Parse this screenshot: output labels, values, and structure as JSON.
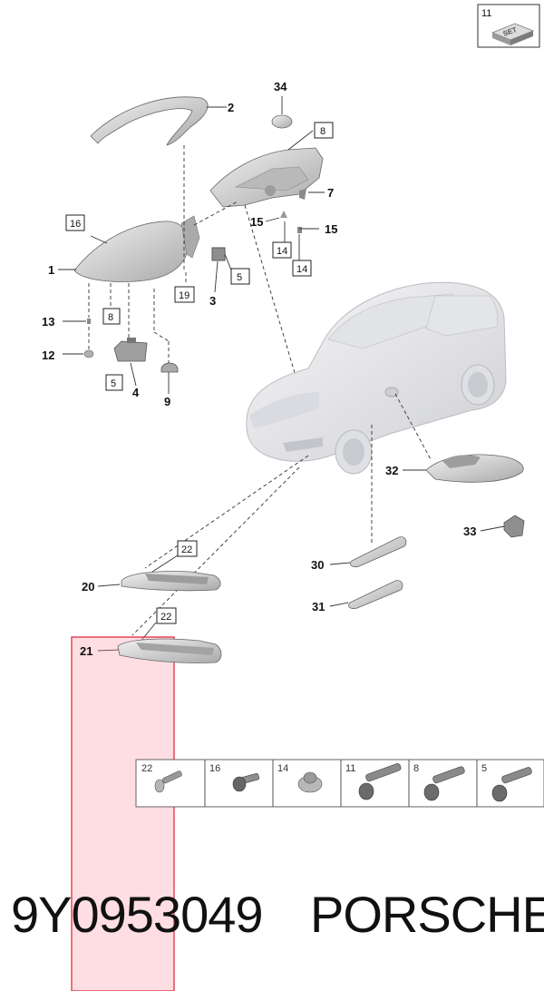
{
  "set_badge": {
    "number": "11",
    "label": "SET"
  },
  "callouts": {
    "c1": "1",
    "c2": "2",
    "c3": "3",
    "c4": "4",
    "c7": "7",
    "c9": "9",
    "c12": "12",
    "c13": "13",
    "c15a": "15",
    "c15b": "15",
    "c20": "20",
    "c21": "21",
    "c30": "30",
    "c31": "31",
    "c32": "32",
    "c33": "33",
    "c34": "34"
  },
  "boxed": {
    "b16": "16",
    "b8a": "8",
    "b8b": "8",
    "b5a": "5",
    "b5b": "5",
    "b19": "19",
    "b14a": "14",
    "b14b": "14",
    "b22a": "22",
    "b22b": "22"
  },
  "fastener_legend": [
    "22",
    "16",
    "14",
    "11",
    "8",
    "5"
  ],
  "footer": {
    "part_number": "9Y0953049",
    "brand": "PORSCHE"
  },
  "colors": {
    "highlight_fill": "#ff8a9a",
    "highlight_stroke": "#e23a4f",
    "line": "#222222",
    "part_gray": "#c8c8c8"
  }
}
